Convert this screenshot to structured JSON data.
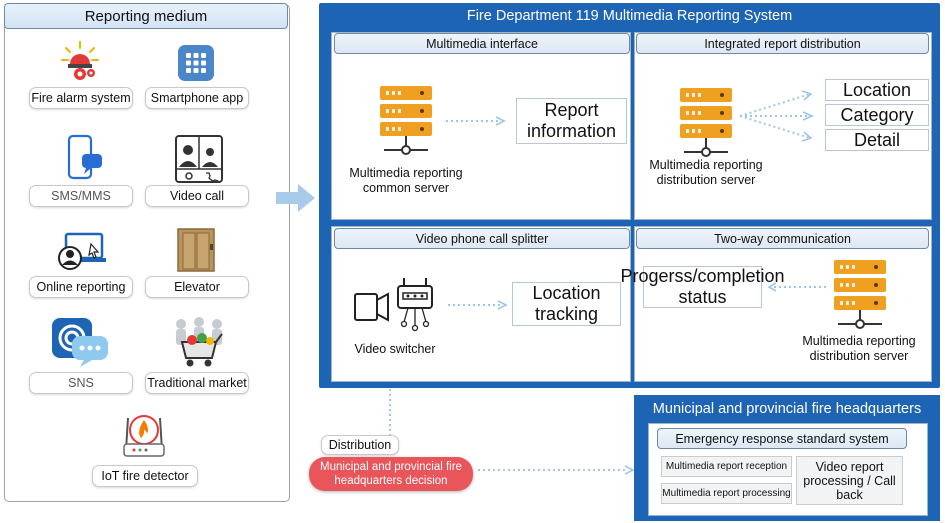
{
  "left": {
    "header": "Reporting medium",
    "items": [
      {
        "label": "Fire alarm system",
        "icon": "fire-alarm-icon"
      },
      {
        "label": "Smartphone app",
        "icon": "smartphone-app-icon"
      },
      {
        "label": "SMS/MMS",
        "icon": "sms-icon"
      },
      {
        "label": "Video call",
        "icon": "video-call-icon"
      },
      {
        "label": "Online reporting",
        "icon": "online-reporting-icon"
      },
      {
        "label": "Elevator",
        "icon": "elevator-icon"
      },
      {
        "label": "SNS",
        "icon": "sns-icon"
      },
      {
        "label": "Traditional market",
        "icon": "traditional-market-icon"
      },
      {
        "label": "IoT fire detector",
        "icon": "iot-fire-detector-icon"
      }
    ]
  },
  "main": {
    "title": "Fire Department 119 Multimedia Reporting System",
    "q1": {
      "header": "Multimedia interface",
      "server_label": "Multimedia reporting common server",
      "box": "Report information"
    },
    "q2": {
      "header": "Integrated report distribution",
      "server_label": "Multimedia reporting distribution server",
      "outputs": [
        "Location",
        "Category",
        "Detail"
      ]
    },
    "q3": {
      "header": "Video phone call splitter",
      "device_label": "Video switcher",
      "box": "Location tracking"
    },
    "q4": {
      "header": "Two-way communication",
      "box": "Progerss/completion status",
      "server_label": "Multimedia reporting distribution server"
    }
  },
  "distribution": {
    "label": "Distribution",
    "decision": "Municipal and provincial fire headquarters decision"
  },
  "hq": {
    "title": "Municipal and provincial fire headquarters",
    "system": "Emergency response standard system",
    "reception": "Multimedia report reception",
    "processing": "Multimedia report processing",
    "result": "Video report processing / Call back"
  },
  "colors": {
    "panel_blue": "#1e64b4",
    "server_orange": "#f0a020",
    "decision_red": "#e8555a",
    "arrow_light_blue": "#9fc6ea"
  }
}
